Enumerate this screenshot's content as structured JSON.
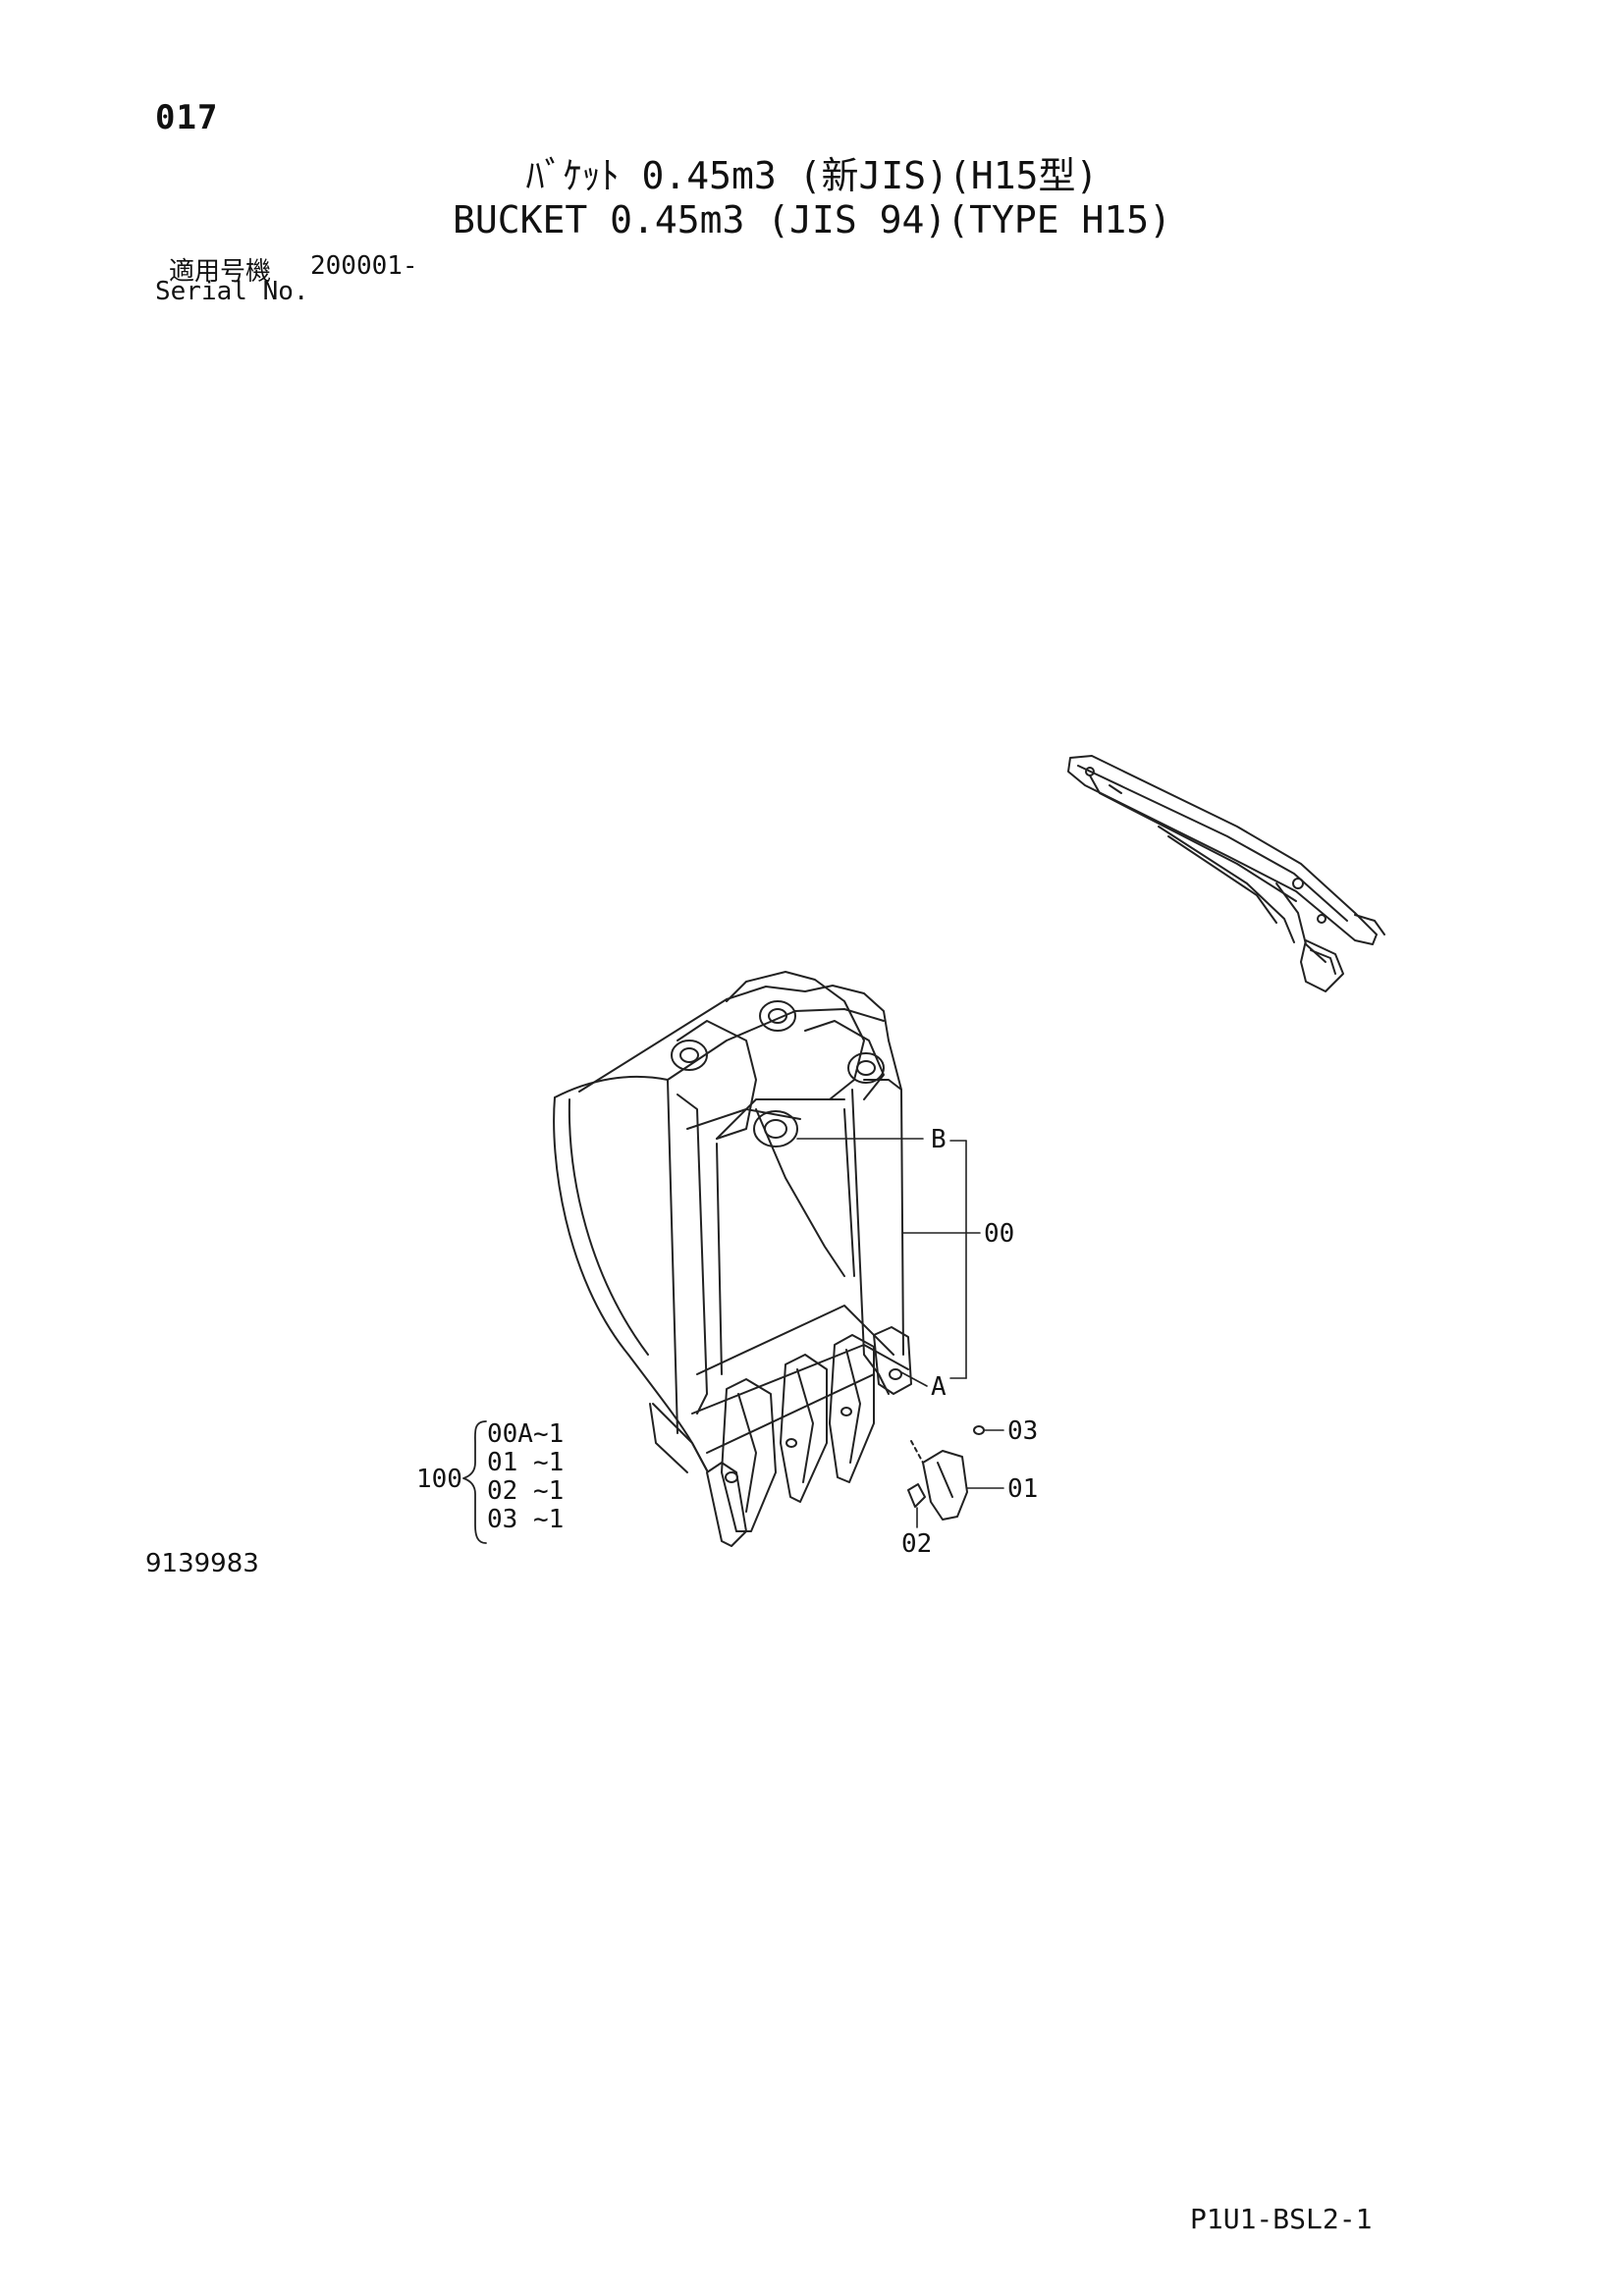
{
  "page": {
    "number": "017",
    "title_jp": "ﾊﾞｹｯﾄ 0.45m3 (新JIS)(H15型)",
    "title_en": "BUCKET 0.45m3 (JIS 94)(TYPE H15)",
    "serial_label_jp": "適用号機",
    "serial_value": "200001-",
    "serial_label_en": "Serial No.",
    "drawing_number": "9139983",
    "page_code": "P1U1-BSL2-1"
  },
  "callouts": {
    "b": "B",
    "a": "A",
    "c00": "00",
    "c03": "03",
    "c01": "01",
    "c02": "02",
    "c100": "100"
  },
  "kit": {
    "items": [
      "00A~1",
      "01  ~1",
      "02  ~1",
      "03  ~1"
    ]
  }
}
